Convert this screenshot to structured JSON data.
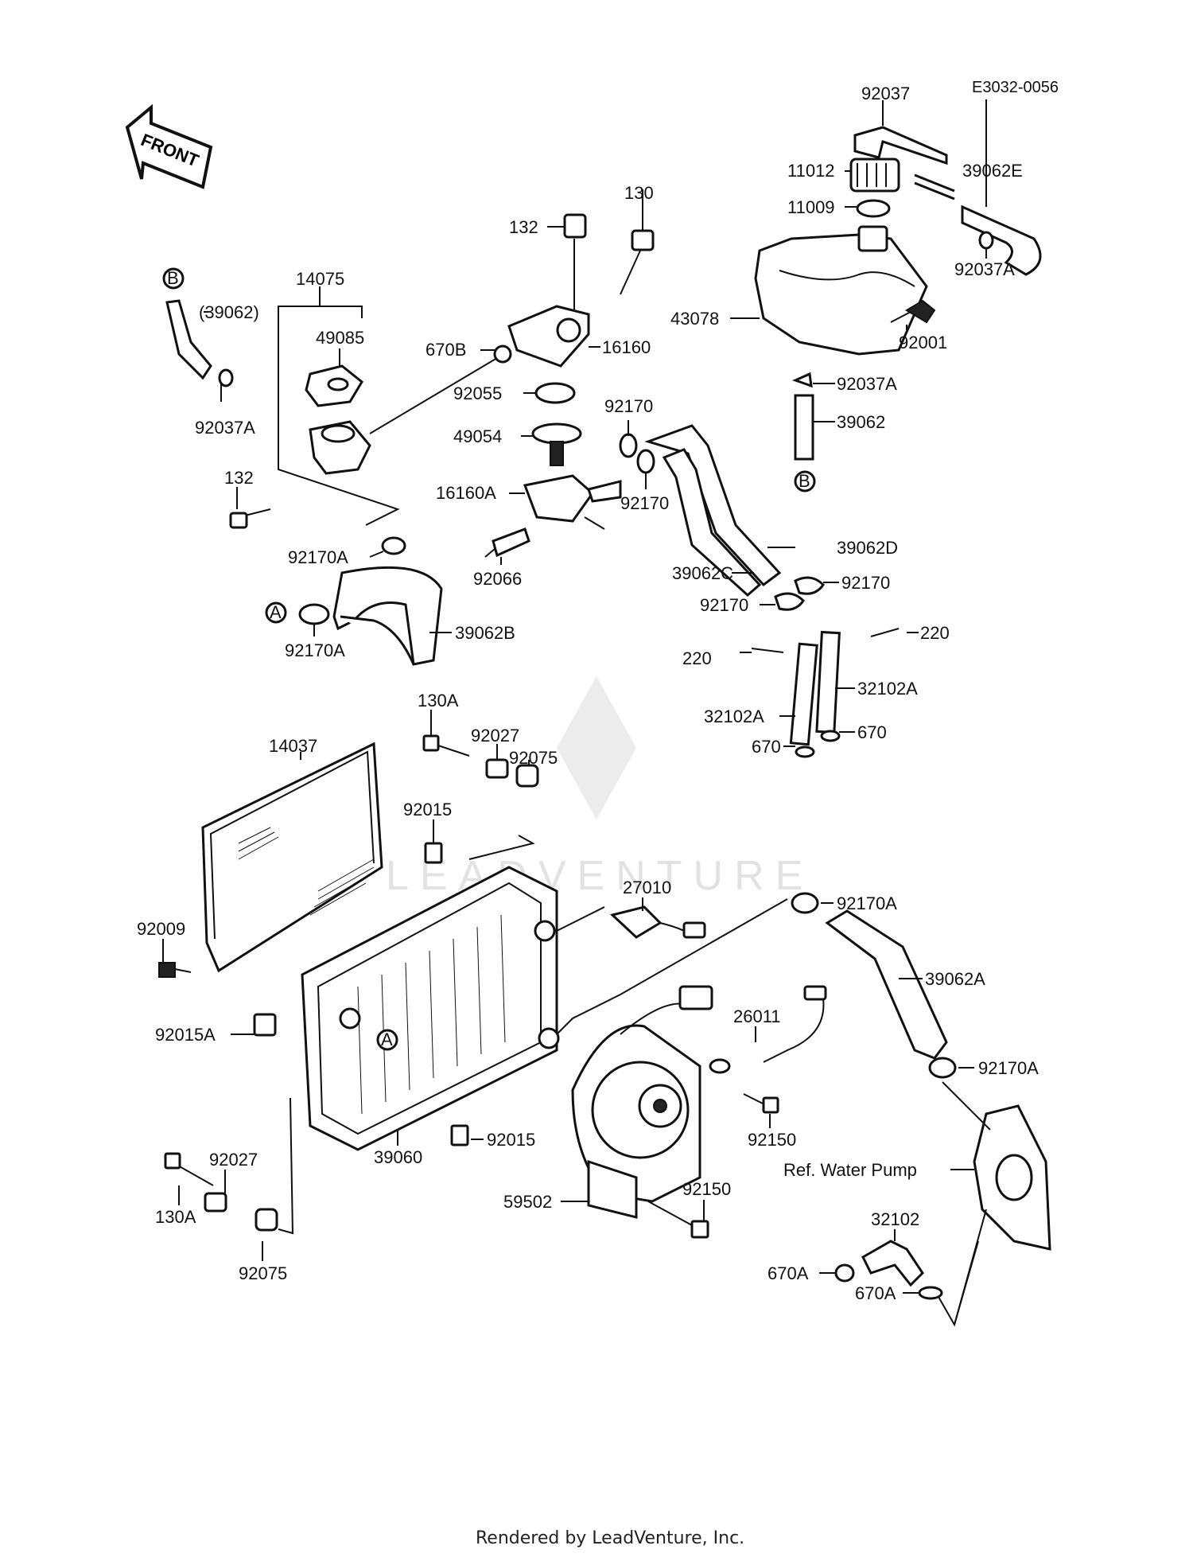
{
  "diagram_code": "E3032-0056",
  "footer": "Rendered by LeadVenture, Inc.",
  "watermark": "LEADVENTURE",
  "front_arrow": "FRONT",
  "connectors": {
    "a": "A",
    "b": "B"
  },
  "labels": {
    "p92037": "92037",
    "p11012": "11012",
    "p39062E": "39062E",
    "p11009": "11009",
    "p92037A_top": "92037A",
    "p43078": "43078",
    "p92001": "92001",
    "p92037A_tank": "92037A",
    "p39062_tank": "39062",
    "p130_top": "130",
    "p132_top": "132",
    "p670B": "670B",
    "p16160": "16160",
    "p92055": "92055",
    "p49054": "49054",
    "p92170_a": "92170",
    "p92170_b": "92170",
    "p16160A": "16160A",
    "p92066": "92066",
    "p14075": "14075",
    "p39062_paren": "(39062)",
    "p49085": "49085",
    "p92037A_left": "92037A",
    "p132_left": "132",
    "p92170A_mid": "92170A",
    "p92170A_low": "92170A",
    "p39062B": "39062B",
    "p39062D": "39062D",
    "p39062C": "39062C",
    "p92170_c": "92170",
    "p92170_d": "92170",
    "p220_left": "220",
    "p220_right": "220",
    "p32102A_right": "32102A",
    "p32102A_left": "32102A",
    "p670_left": "670",
    "p670_right": "670",
    "p130A_top": "130A",
    "p92027_top": "92027",
    "p92075_top": "92075",
    "p14037": "14037",
    "p92015_top": "92015",
    "p27010": "27010",
    "p92170A_right": "92170A",
    "p92009": "92009",
    "p39062A": "39062A",
    "p92015A": "92015A",
    "p26011": "26011",
    "p92170A_pump": "92170A",
    "p92150_mid": "92150",
    "p92015_bottom": "92015",
    "p39060": "39060",
    "p92027_bottom": "92027",
    "ref_water_pump": "Ref. Water Pump",
    "p130A_bottom": "130A",
    "p59502": "59502",
    "p92150_low": "92150",
    "p32102": "32102",
    "p92075_bottom": "92075",
    "p670A_left": "670A",
    "p670A_right": "670A"
  }
}
